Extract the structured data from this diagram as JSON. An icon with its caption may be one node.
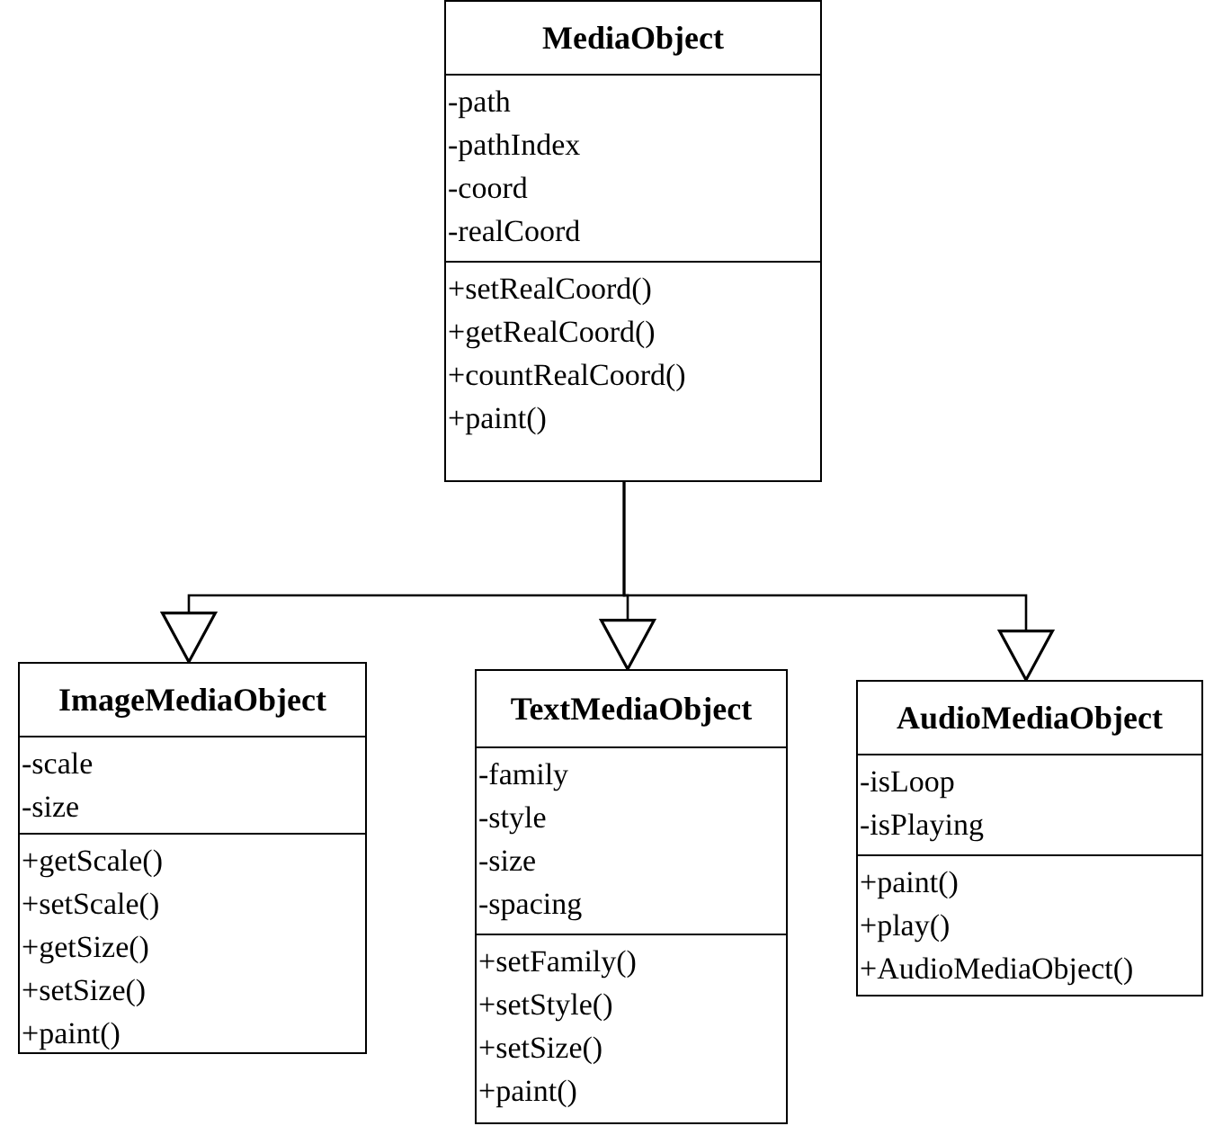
{
  "diagram": {
    "nodes": [
      {
        "text": [
          "MediaObject"
        ]
      },
      {
        "text": [
          "-path",
          "-pathIndex",
          "-coord",
          "-realCoord"
        ],
        "in": 0
      },
      {
        "text": [
          "+setRealCoord()",
          "+getRealCoord()",
          "+countRealCoord()",
          "+paint()"
        ],
        "in": 0
      },
      {
        "text": [
          "ImageMediaObject"
        ]
      },
      {
        "text": [
          "-scale",
          "-size"
        ],
        "in": 3
      },
      {
        "text": [
          "+getScale()",
          "+setScale()",
          "+getSize()",
          "+setSize()",
          "+paint()"
        ],
        "in": 3
      },
      {
        "text": [
          "TextMediaObject"
        ]
      },
      {
        "text": [
          "-family",
          "-style",
          "-size",
          "-spacing"
        ],
        "in": 6
      },
      {
        "text": [
          "+setFamily()",
          "+setStyle()",
          "+setSize()",
          "+paint()"
        ],
        "in": 6
      },
      {
        "text": [
          "AudioMediaObject"
        ]
      },
      {
        "text": [
          "-isLoop",
          "-isPlaying"
        ],
        "in": 9
      },
      {
        "text": [
          "+paint()",
          "+play()",
          "+AudioMediaObject()"
        ],
        "in": 9
      }
    ],
    "edges": [
      {
        "from": 0,
        "to": 3,
        "arrow": "to"
      },
      {
        "from": 0,
        "to": 6,
        "arrow": "to"
      },
      {
        "from": 0,
        "to": 9,
        "arrow": "to"
      }
    ]
  }
}
